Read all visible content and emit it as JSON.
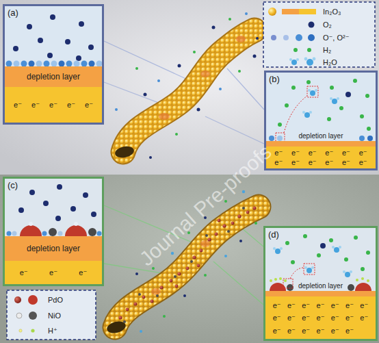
{
  "diagram": {
    "nodes": [
      {
        "text": [
          "(a)"
        ]
      },
      {
        "text": [
          "depletion layer"
        ],
        "in": 0
      },
      {
        "text": [
          "e⁻",
          "e⁻",
          "e⁻",
          "e⁻",
          "e⁻"
        ],
        "in": 0
      },
      {
        "text": [
          "(b)"
        ]
      },
      {
        "text": [
          "depletion layer"
        ],
        "in": 3
      },
      {
        "text": [
          "e⁻",
          "e⁻",
          "e⁻",
          "e⁻",
          "e⁻",
          "e⁻",
          "e⁻",
          "e⁻",
          "e⁻",
          "e⁻",
          "e⁻",
          "e⁻"
        ],
        "in": 3
      },
      {
        "text": [
          "(c)"
        ]
      },
      {
        "text": [
          "depletion layer"
        ],
        "in": 6
      },
      {
        "text": [
          "e⁻",
          "e⁻",
          "e⁻"
        ],
        "in": 6
      },
      {
        "text": [
          "(d)"
        ]
      },
      {
        "text": [
          "depletion layer"
        ],
        "in": 9
      },
      {
        "text": [
          "e⁻",
          "e⁻",
          "e⁻",
          "e⁻",
          "e⁻",
          "e⁻",
          "e⁻",
          "e⁻",
          "e⁻",
          "e⁻",
          "e⁻",
          "e⁻",
          "e⁻",
          "e⁻",
          "e⁻",
          "e⁻",
          "e⁻",
          "e⁻",
          "e⁻",
          "e⁻"
        ],
        "in": 9
      }
    ],
    "labels": [
      "Journal Pre-proofs"
    ],
    "legend": [
      {
        "text": "In₂O₃"
      },
      {
        "text": "O₂"
      },
      {
        "text": "O⁻, O²⁻"
      },
      {
        "text": "H₂"
      },
      {
        "text": "H₂O"
      },
      {
        "text": "PdO"
      },
      {
        "text": "NiO"
      },
      {
        "text": "H⁺"
      }
    ]
  }
}
